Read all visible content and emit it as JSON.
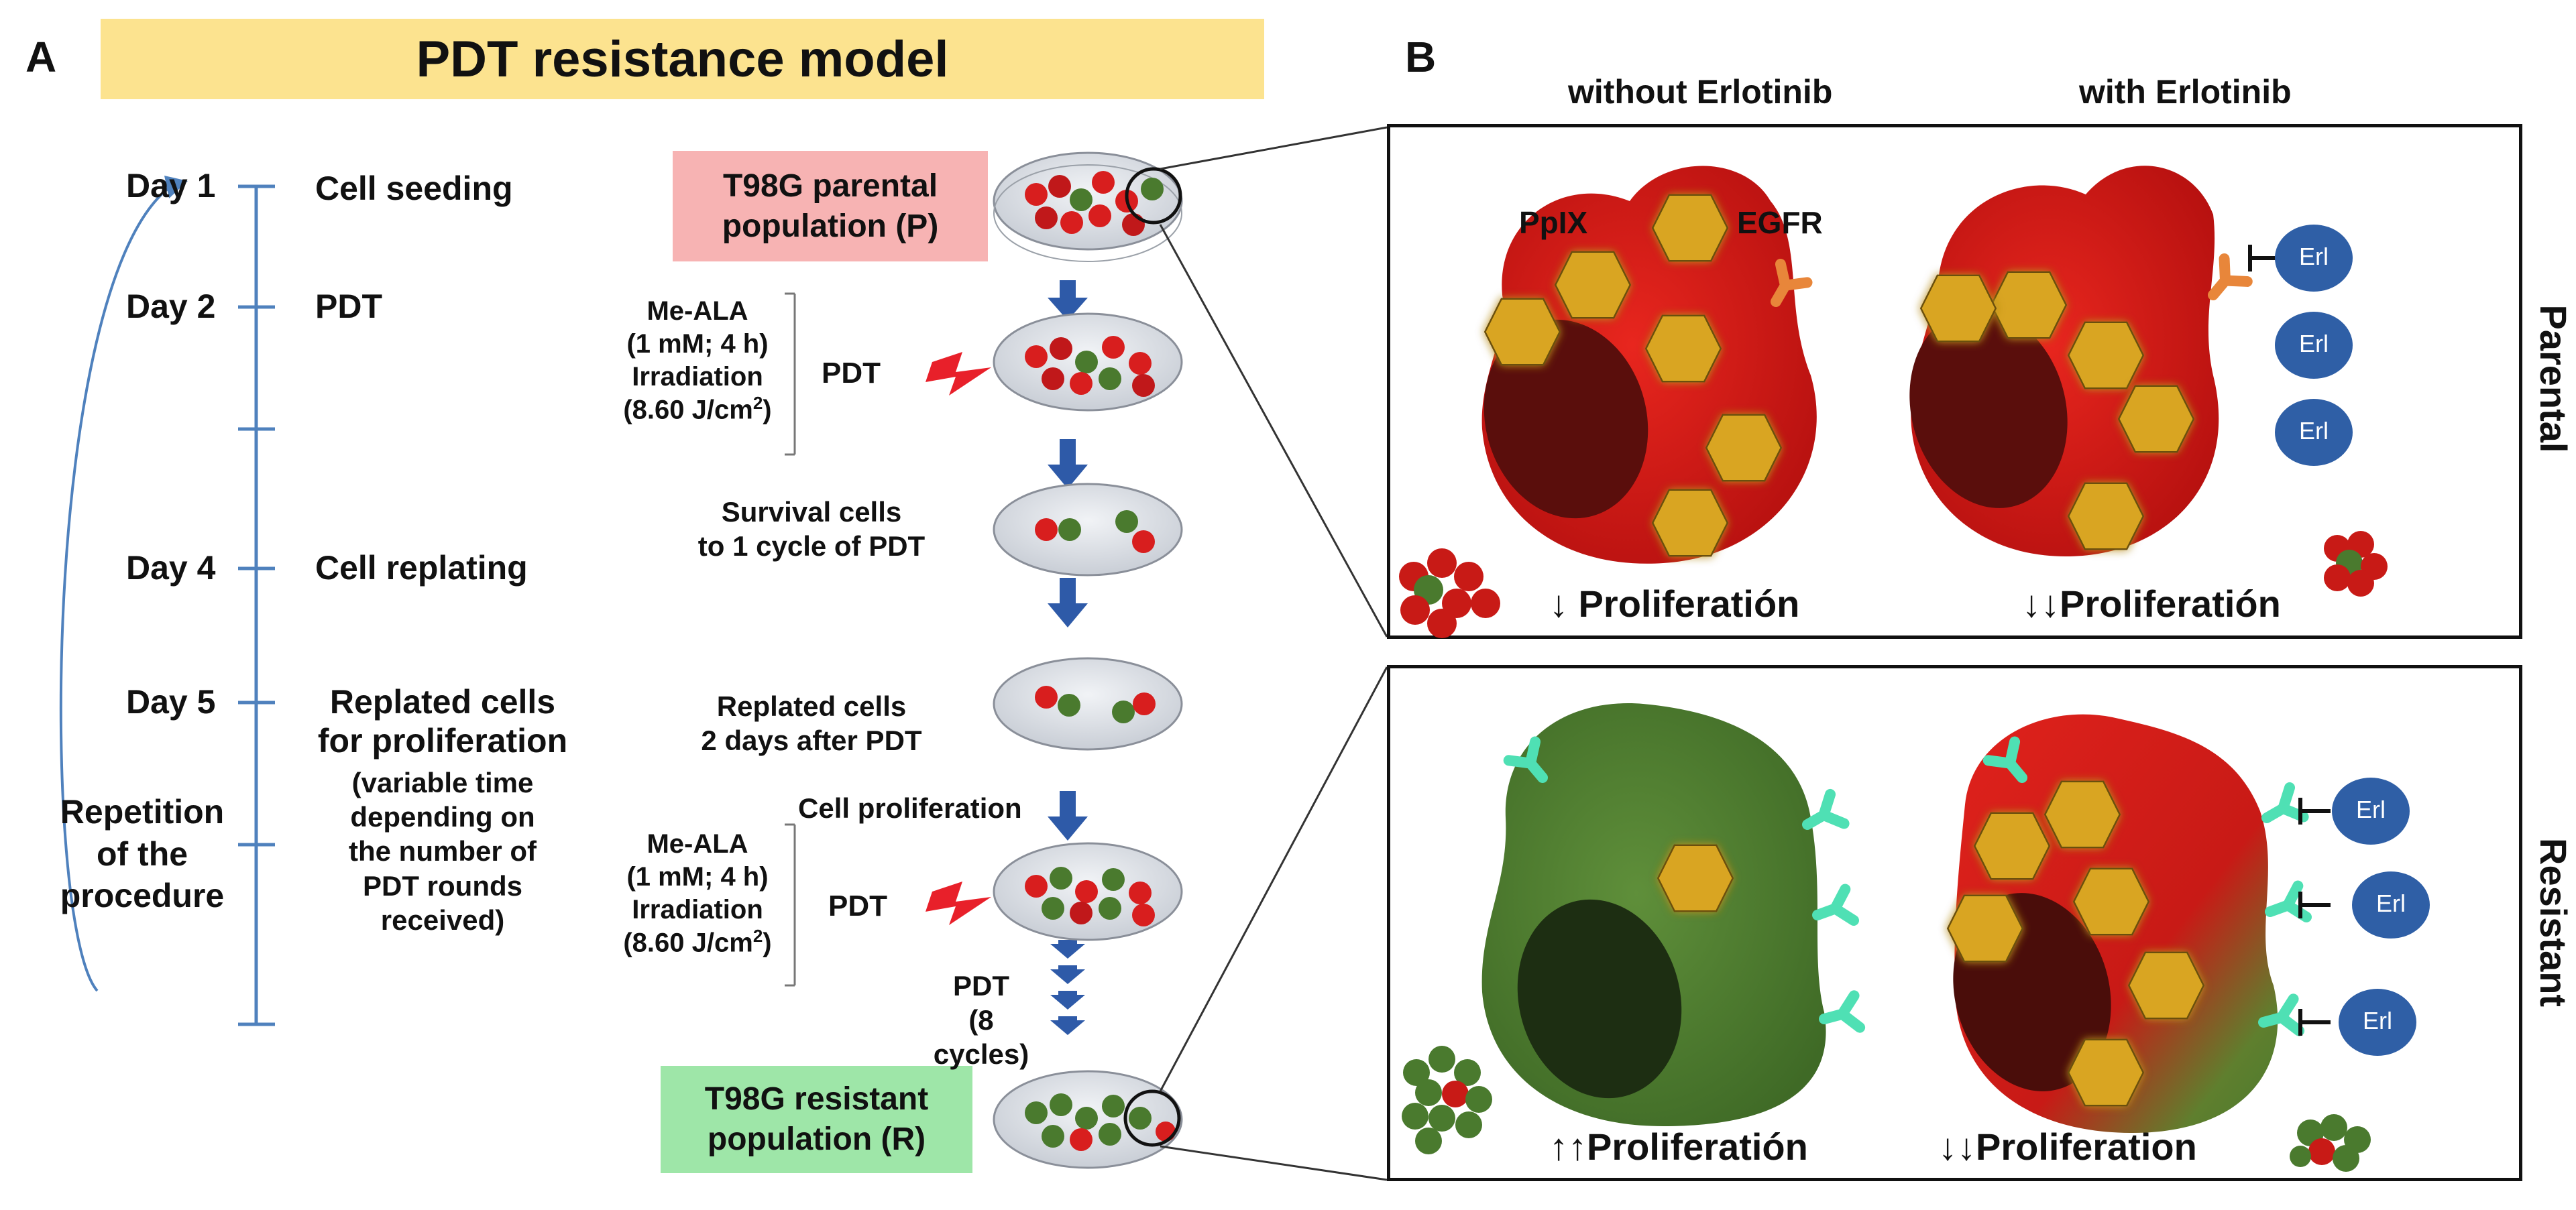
{
  "panel_a": {
    "letter": "A",
    "title": "PDT resistance model",
    "timeline": [
      {
        "day": "Day 1",
        "step": "Cell seeding"
      },
      {
        "day": "Day 2",
        "step": "PDT"
      },
      {
        "day": "Day 4",
        "step": "Cell replating"
      },
      {
        "day": "Day 5",
        "step": "Replated cells"
      }
    ],
    "step_day5_line2": "for proliferation",
    "step_day5_note": [
      "(variable time",
      "depending on",
      "the number of",
      "PDT rounds",
      "received)"
    ],
    "repetition": [
      "Repetition",
      "of the",
      "procedure"
    ],
    "treatment": {
      "line1": "Me-ALA",
      "line2": "(1 mM; 4 h)",
      "line3": "Irradiation",
      "line4_prefix": "(8.60 J/cm",
      "line4_sup": "2",
      "line4_suffix": ")",
      "pdt": "PDT"
    },
    "parental_box": [
      "T98G parental",
      "population (P)"
    ],
    "resistant_box": [
      "T98G resistant",
      "population (R)"
    ],
    "survival": [
      "Survival cells",
      "to 1 cycle of PDT"
    ],
    "replated": [
      "Replated cells",
      "2 days after PDT"
    ],
    "cell_proliferation": "Cell proliferation",
    "pdt_cycles": [
      "PDT",
      "(8 cycles)"
    ]
  },
  "panel_b": {
    "letter": "B",
    "col_without": "without Erlotinib",
    "col_with": "with Erlotinib",
    "row_parental": "Parental",
    "row_resistant": "Resistant",
    "ppix_label": "PpIX",
    "egfr_label": "EGFR",
    "erl_label": "Erl",
    "prolif_parental_without": "↓ Proliferatión",
    "prolif_parental_with": "↓↓Proliferatión",
    "prolif_resistant_without": "↑↑Proliferatión",
    "prolif_resistant_with": "↓↓Proliferation"
  },
  "colors": {
    "title_bar": "#fce38f",
    "parental_box": "#f7b3b3",
    "resistant_box": "#9ee6a8",
    "timeline": "#4f81bd",
    "arrow": "#2e5aa8",
    "cell_red": "#d81e1e",
    "cell_green": "#4a7a2e",
    "ppix": "#d9a520",
    "egfr_parental": "#e8863a",
    "egfr_resistant": "#4fe0b4",
    "erl": "#2f5fa6"
  }
}
